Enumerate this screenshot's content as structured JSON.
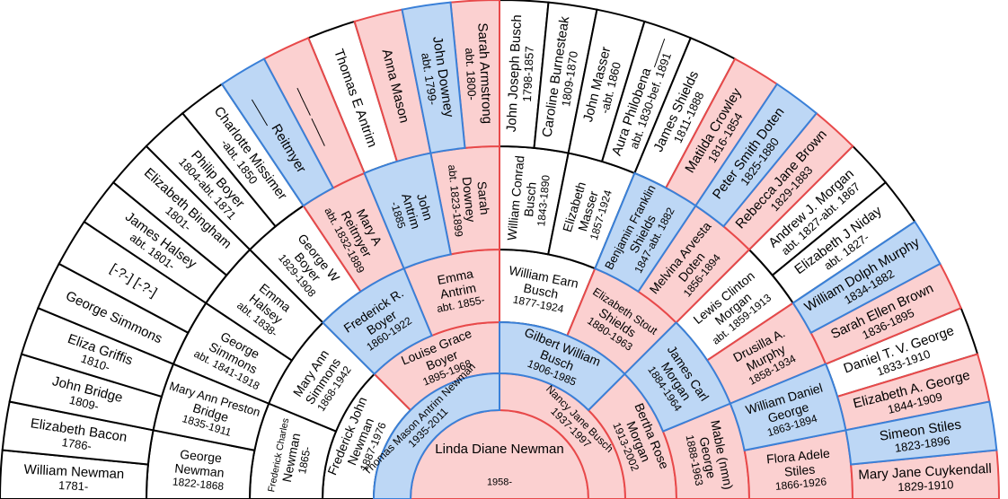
{
  "colors": {
    "male_fill": "#bdd7f5",
    "male_stroke": "#3a80d8",
    "female_fill": "#fbd0d0",
    "female_stroke": "#e8494a",
    "plain_fill": "#ffffff",
    "plain_stroke": "#000000"
  },
  "generations": [
    [
      {
        "name": [
          "Linda Diane Newman"
        ],
        "dates": "1958-",
        "fill": "female"
      }
    ],
    [
      {
        "name": [
          "Thomas Mason Antrim Newman"
        ],
        "dates": "1935-2011",
        "fill": "male"
      },
      {
        "name": [
          "Nancy Jane Busch"
        ],
        "dates": "1937-1997",
        "fill": "female"
      }
    ],
    [
      {
        "name": [
          "Frederick John",
          "Newman"
        ],
        "dates": "1887-1976",
        "fill": "plain"
      },
      {
        "name": [
          "Louise Grace",
          "Boyer"
        ],
        "dates": "1895-1968",
        "fill": "female"
      },
      {
        "name": [
          "Gilbert William",
          "Busch"
        ],
        "dates": "1906-1985",
        "fill": "male"
      },
      {
        "name": [
          "Bertha Rose",
          "Morgan"
        ],
        "dates": "1913-2002",
        "fill": "female"
      }
    ],
    [
      {
        "name": [
          "Frederick Charles",
          "Newman"
        ],
        "dates": "1865-",
        "fill": "plain"
      },
      {
        "name": [
          "Mary Ann",
          "Simmons"
        ],
        "dates": "1868-1942",
        "fill": "plain"
      },
      {
        "name": [
          "Frederick R.",
          "Boyer"
        ],
        "dates": "1860-1922",
        "fill": "male"
      },
      {
        "name": [
          "Emma",
          "Antrim"
        ],
        "dates": "abt. 1855-",
        "fill": "female"
      },
      {
        "name": [
          "William Earn",
          "Busch"
        ],
        "dates": "1877-1924",
        "fill": "plain"
      },
      {
        "name": [
          "Elizabeth Stout",
          "Shields"
        ],
        "dates": "1880-1963",
        "fill": "female"
      },
      {
        "name": [
          "James Carl",
          "Morgan"
        ],
        "dates": "1884-1964",
        "fill": "male"
      },
      {
        "name": [
          "Mable (nmn)",
          "George"
        ],
        "dates": "1888-1963",
        "fill": "female"
      }
    ],
    [
      {
        "name": [
          "George",
          "Newman"
        ],
        "dates": "1822-1868",
        "fill": "plain"
      },
      {
        "name": [
          "Mary Ann Preston",
          "Bridge"
        ],
        "dates": "1835-1911",
        "fill": "plain"
      },
      {
        "name": [
          "George",
          "Simmons"
        ],
        "dates": "abt. 1841-1918",
        "fill": "plain"
      },
      {
        "name": [
          "Emma",
          "Halsey"
        ],
        "dates": "abt. 1838-",
        "fill": "plain"
      },
      {
        "name": [
          "George W",
          "Boyer"
        ],
        "dates": "1829-1908",
        "fill": "plain"
      },
      {
        "name": [
          "Mary A",
          "Reitmyer"
        ],
        "dates": "abt. 1832-1889",
        "fill": "female"
      },
      {
        "name": [
          "John",
          "Antrim"
        ],
        "dates": "-1885",
        "fill": "male"
      },
      {
        "name": [
          "Sarah",
          "Downey"
        ],
        "dates": "abt. 1823-1899",
        "fill": "female"
      },
      {
        "name": [
          "William Conrad",
          "Busch"
        ],
        "dates": "1843-1890",
        "fill": "plain"
      },
      {
        "name": [
          "Elizabeth",
          "Masser"
        ],
        "dates": "1857-1924",
        "fill": "plain"
      },
      {
        "name": [
          "Benjamin Franklin",
          "Shields"
        ],
        "dates": "1847-abt. 1882",
        "fill": "male"
      },
      {
        "name": [
          "Melvina Arvesta",
          "Doten"
        ],
        "dates": "1856-1894",
        "fill": "female"
      },
      {
        "name": [
          "Lewis Clinton",
          "Morgan"
        ],
        "dates": "abt. 1859-1913",
        "fill": "plain"
      },
      {
        "name": [
          "Drusilla A.",
          "Murphy"
        ],
        "dates": "1858-1934",
        "fill": "female"
      },
      {
        "name": [
          "William Daniel",
          "George"
        ],
        "dates": "1863-1894",
        "fill": "male"
      },
      {
        "name": [
          "Flora Adele",
          "Stiles"
        ],
        "dates": "1866-1926",
        "fill": "female"
      }
    ],
    [
      {
        "name": [
          "William Newman"
        ],
        "dates": "1781-",
        "fill": "plain"
      },
      {
        "name": [
          "Elizabeth Bacon"
        ],
        "dates": "1786-",
        "fill": "plain"
      },
      {
        "name": [
          "John Bridge"
        ],
        "dates": "1809-",
        "fill": "plain"
      },
      {
        "name": [
          "Eliza Griffis"
        ],
        "dates": "1810-",
        "fill": "plain"
      },
      {
        "name": [
          "George Simmons"
        ],
        "dates": "",
        "fill": "plain"
      },
      {
        "name": [
          "[-?-] [-?-]"
        ],
        "dates": "",
        "fill": "plain"
      },
      {
        "name": [
          "James Halsey"
        ],
        "dates": "abt. 1801-",
        "fill": "plain"
      },
      {
        "name": [
          "Elizabeth Bingham"
        ],
        "dates": "1801-",
        "fill": "plain"
      },
      {
        "name": [
          "Philip Boyer"
        ],
        "dates": "1804-abt. 1871",
        "fill": "plain"
      },
      {
        "name": [
          "Charlotte Missimer"
        ],
        "dates": "-abt. 1850",
        "fill": "plain"
      },
      {
        "name": [
          "____ Reitmyer"
        ],
        "dates": "",
        "fill": "male"
      },
      {
        "name": [
          "____ ____"
        ],
        "dates": "",
        "fill": "female"
      },
      {
        "name": [
          "Thomas E Antrim"
        ],
        "dates": "",
        "fill": "plain"
      },
      {
        "name": [
          "Anna Mason"
        ],
        "dates": "",
        "fill": "female"
      },
      {
        "name": [
          "John Downey"
        ],
        "dates": "abt. 1799-",
        "fill": "male"
      },
      {
        "name": [
          "Sarah Armstrong"
        ],
        "dates": "abt. 1800-",
        "fill": "female"
      },
      {
        "name": [
          "John Joseph Busch"
        ],
        "dates": "1798-1857",
        "fill": "plain"
      },
      {
        "name": [
          "Caroline Burnesteak"
        ],
        "dates": "1809-1870",
        "fill": "plain"
      },
      {
        "name": [
          "John Masser"
        ],
        "dates": "-abt. 1860",
        "fill": "plain"
      },
      {
        "name": [
          "Aura Philobena ____"
        ],
        "dates": "abt. 1830-bef. 1891",
        "fill": "plain"
      },
      {
        "name": [
          "James Shields"
        ],
        "dates": "1811-1888",
        "fill": "plain"
      },
      {
        "name": [
          "Matilda Crowley"
        ],
        "dates": "1816-1854",
        "fill": "female"
      },
      {
        "name": [
          "Peter Smith Doten"
        ],
        "dates": "1825-1880",
        "fill": "male"
      },
      {
        "name": [
          "Rebecca Jane Brown"
        ],
        "dates": "1829-1883",
        "fill": "female"
      },
      {
        "name": [
          "Andrew J. Morgan"
        ],
        "dates": "abt. 1827-abt. 1867",
        "fill": "plain"
      },
      {
        "name": [
          "Elizabeth J Niday"
        ],
        "dates": "abt. 1827-",
        "fill": "plain"
      },
      {
        "name": [
          "William Dolph Murphy"
        ],
        "dates": "1834-1882",
        "fill": "male"
      },
      {
        "name": [
          "Sarah Ellen Brown"
        ],
        "dates": "1836-1895",
        "fill": "female"
      },
      {
        "name": [
          "Daniel T. V. George"
        ],
        "dates": "1833-1910",
        "fill": "plain"
      },
      {
        "name": [
          "Elizabeth A. George"
        ],
        "dates": "1844-1909",
        "fill": "female"
      },
      {
        "name": [
          "Simeon Stiles"
        ],
        "dates": "1823-1896",
        "fill": "male"
      },
      {
        "name": [
          "Mary Jane Cuykendall"
        ],
        "dates": "1829-1910",
        "fill": "female"
      }
    ]
  ]
}
